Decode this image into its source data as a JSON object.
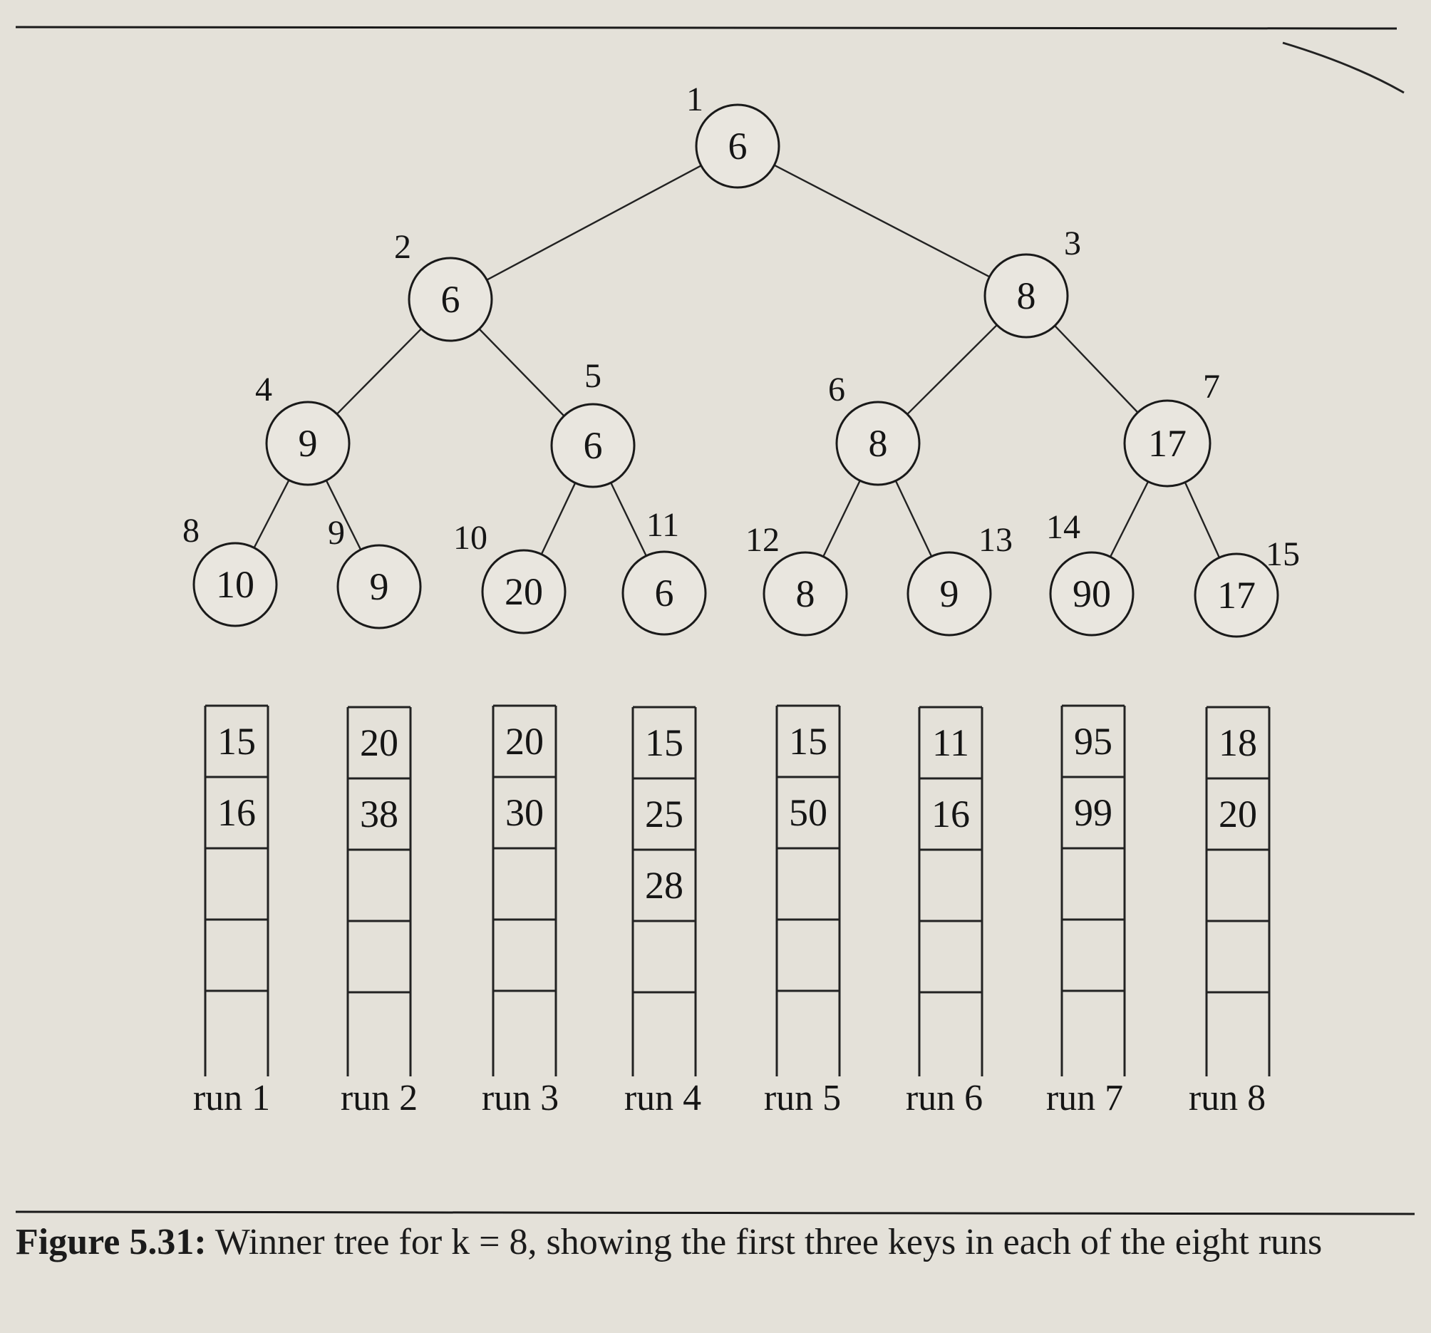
{
  "figure": {
    "caption_label": "Figure 5.31:",
    "caption_text": "Winner tree for k = 8, showing the first three keys in each of the eight runs"
  },
  "tree": {
    "nodes": [
      {
        "index": "1",
        "key": "6"
      },
      {
        "index": "2",
        "key": "6"
      },
      {
        "index": "3",
        "key": "8"
      },
      {
        "index": "4",
        "key": "9"
      },
      {
        "index": "5",
        "key": "6"
      },
      {
        "index": "6",
        "key": "8"
      },
      {
        "index": "7",
        "key": "17"
      },
      {
        "index": "8",
        "key": "10"
      },
      {
        "index": "9",
        "key": "9"
      },
      {
        "index": "10",
        "key": "20"
      },
      {
        "index": "11",
        "key": "6"
      },
      {
        "index": "12",
        "key": "8"
      },
      {
        "index": "13",
        "key": "9"
      },
      {
        "index": "14",
        "key": "90"
      },
      {
        "index": "15",
        "key": "17"
      }
    ]
  },
  "runs": [
    {
      "label": "run 1",
      "keys": [
        "15",
        "16"
      ]
    },
    {
      "label": "run 2",
      "keys": [
        "20",
        "38"
      ]
    },
    {
      "label": "run 3",
      "keys": [
        "20",
        "30"
      ]
    },
    {
      "label": "run 4",
      "keys": [
        "15",
        "25",
        "28"
      ]
    },
    {
      "label": "run 5",
      "keys": [
        "15",
        "50"
      ]
    },
    {
      "label": "run 6",
      "keys": [
        "11",
        "16"
      ]
    },
    {
      "label": "run 7",
      "keys": [
        "95",
        "99"
      ]
    },
    {
      "label": "run 8",
      "keys": [
        "18",
        "20"
      ]
    }
  ]
}
